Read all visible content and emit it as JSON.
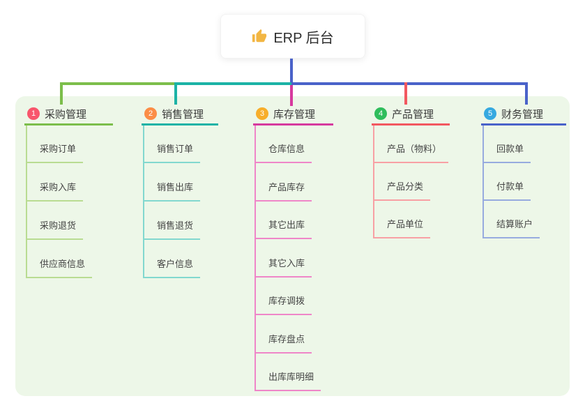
{
  "root": {
    "title": "ERP 后台",
    "icon": "thumbs-up-icon"
  },
  "branches": [
    {
      "badge": "1",
      "label": "采购管理",
      "badge_color": "#f8566c",
      "color": "#7cbe4b",
      "light_color": "#b9dc92",
      "children": [
        "采购订单",
        "采购入库",
        "采购退货",
        "供应商信息"
      ]
    },
    {
      "badge": "2",
      "label": "销售管理",
      "badge_color": "#fb8d46",
      "color": "#1cb3a6",
      "light_color": "#82d8cf",
      "children": [
        "销售订单",
        "销售出库",
        "销售退货",
        "客户信息"
      ]
    },
    {
      "badge": "3",
      "label": "库存管理",
      "badge_color": "#f7ae2b",
      "color": "#d63a9e",
      "light_color": "#ef86c8",
      "children": [
        "仓库信息",
        "产品库存",
        "其它出库",
        "其它入库",
        "库存调拨",
        "库存盘点",
        "出库库明细"
      ]
    },
    {
      "badge": "4",
      "label": "产品管理",
      "badge_color": "#2fbd5c",
      "color": "#f25860",
      "light_color": "#f8a0a4",
      "children": [
        "产品（物料）",
        "产品分类",
        "产品单位"
      ]
    },
    {
      "badge": "5",
      "label": "财务管理",
      "badge_color": "#36a9e0",
      "color": "#4a62c9",
      "light_color": "#97abdf",
      "children": [
        "回款单",
        "付款单",
        "结算账户"
      ]
    }
  ],
  "colors": {
    "panel_bg": "#edf7e8",
    "rail_blue": "#4a62c9",
    "thumb_yellow": "#f2b643",
    "card_text": "#2e2e2e",
    "label_text": "#3a3a3a",
    "child_text": "#454545"
  }
}
